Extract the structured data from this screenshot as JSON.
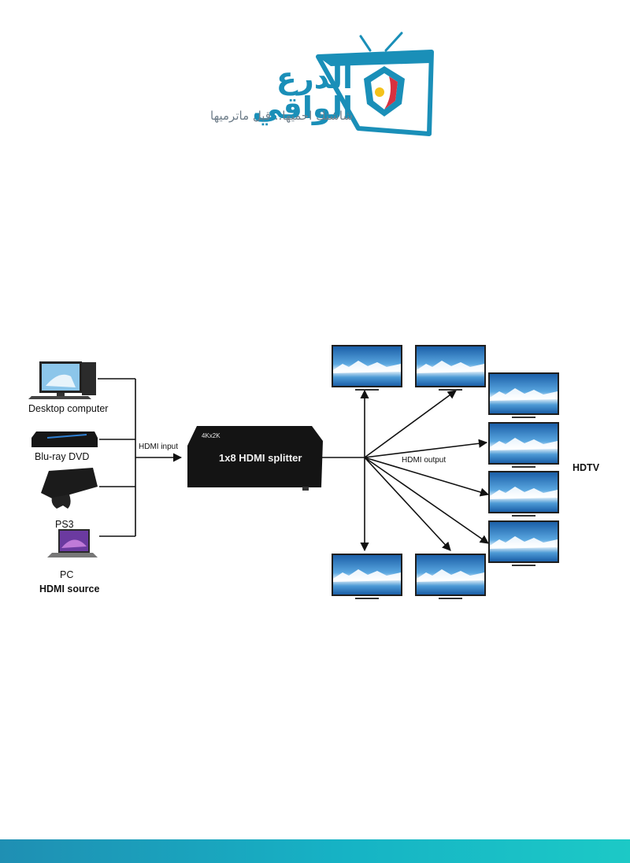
{
  "brand": {
    "name": "الدرع الواقي",
    "tagline": "شاشتك احميها.. قبل ماترميها",
    "colors": {
      "primary": "#1a8fb8",
      "accent_red": "#d8313f",
      "accent_yellow": "#f4c21a"
    }
  },
  "diagram": {
    "sources": [
      {
        "label": "Desktop computer",
        "icon": "desktop-computer-icon"
      },
      {
        "label": "Blu-ray DVD",
        "icon": "bluray-player-icon"
      },
      {
        "label": "PS3",
        "icon": "ps3-console-icon"
      },
      {
        "label": "PC",
        "icon": "laptop-icon"
      }
    ],
    "source_group_label": "HDMI source",
    "input_label": "HDMI input",
    "splitter_badge": "4Kx2K",
    "splitter_label": "1x8 HDMI splitter",
    "output_label": "HDMI output",
    "display_group_label": "HDTV",
    "display_count": 8
  },
  "footer": {
    "bar_color": "#16b3c5"
  }
}
